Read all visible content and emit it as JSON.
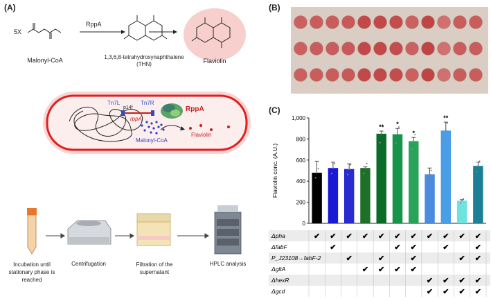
{
  "panelA": {
    "label": "(A)",
    "multiplier": "5X",
    "enzyme": "RppA",
    "malonyl_label": "Malonyl-CoA",
    "thn_label": "1,3,6,8-tetrahydroxynaphthalene",
    "thn_abbrev": "(THN)",
    "flaviolin_label": "Flaviolin",
    "cell": {
      "tn7l": "Tn7L",
      "tn7r": "Tn7R",
      "promoter": "p14f",
      "gene": "rppA",
      "protein": "RppA",
      "product": "Flaviolin",
      "substrate": "Malonyl-CoA"
    },
    "workflow": [
      {
        "label": "Incubation until stationary phase is reached"
      },
      {
        "label": "Centrifugation"
      },
      {
        "label": "Filtration of the supernatant"
      },
      {
        "label": "HPLC analysis"
      }
    ]
  },
  "panelB": {
    "label": "(B)"
  },
  "panelC": {
    "label": "(C)",
    "colors": [
      "#000000",
      "#1a1ad6",
      "#2a2ad0",
      "#1f6e2a",
      "#0b6b28",
      "#16944a",
      "#2aa35a",
      "#4a8be0",
      "#4a9ee8",
      "#6fe3e0",
      "#1b7f96"
    ]
  },
  "chart_data": {
    "type": "bar",
    "ylabel": "Flaviolin conc. (A.U.)",
    "ylim": [
      0,
      1000
    ],
    "yticks": [
      "0",
      "200",
      "400",
      "600",
      "800",
      "1,000"
    ],
    "values": [
      480,
      525,
      515,
      525,
      850,
      845,
      780,
      465,
      880,
      215,
      545
    ],
    "errors": [
      110,
      55,
      50,
      10,
      25,
      55,
      35,
      60,
      80,
      10,
      35
    ],
    "significance": [
      "",
      "",
      "",
      "",
      "**",
      "*",
      "*",
      "",
      "**",
      "",
      ""
    ],
    "colors": [
      "#000000",
      "#1a1ad6",
      "#2a2ad0",
      "#1f6e2a",
      "#0b6b28",
      "#16944a",
      "#2aa35a",
      "#4a8be0",
      "#4a9ee8",
      "#6fe3e0",
      "#1b7f96"
    ]
  },
  "table": {
    "rows": [
      {
        "label": "Δpha",
        "checks": [
          1,
          1,
          1,
          1,
          1,
          1,
          1,
          1,
          1,
          1,
          1
        ]
      },
      {
        "label": "ΔfabF",
        "checks": [
          0,
          1,
          0,
          0,
          0,
          1,
          1,
          0,
          1,
          0,
          1
        ]
      },
      {
        "label": "P_J23108→fabF-2",
        "checks": [
          0,
          0,
          1,
          0,
          1,
          0,
          1,
          0,
          0,
          1,
          1
        ]
      },
      {
        "label": "ΔgltA",
        "checks": [
          0,
          0,
          0,
          1,
          1,
          1,
          1,
          0,
          0,
          0,
          0
        ]
      },
      {
        "label": "ΔhexR",
        "checks": [
          0,
          0,
          0,
          0,
          0,
          0,
          0,
          1,
          1,
          1,
          1
        ]
      },
      {
        "label": "Δgcd",
        "checks": [
          0,
          0,
          0,
          0,
          0,
          0,
          0,
          1,
          1,
          1,
          1
        ]
      }
    ]
  }
}
